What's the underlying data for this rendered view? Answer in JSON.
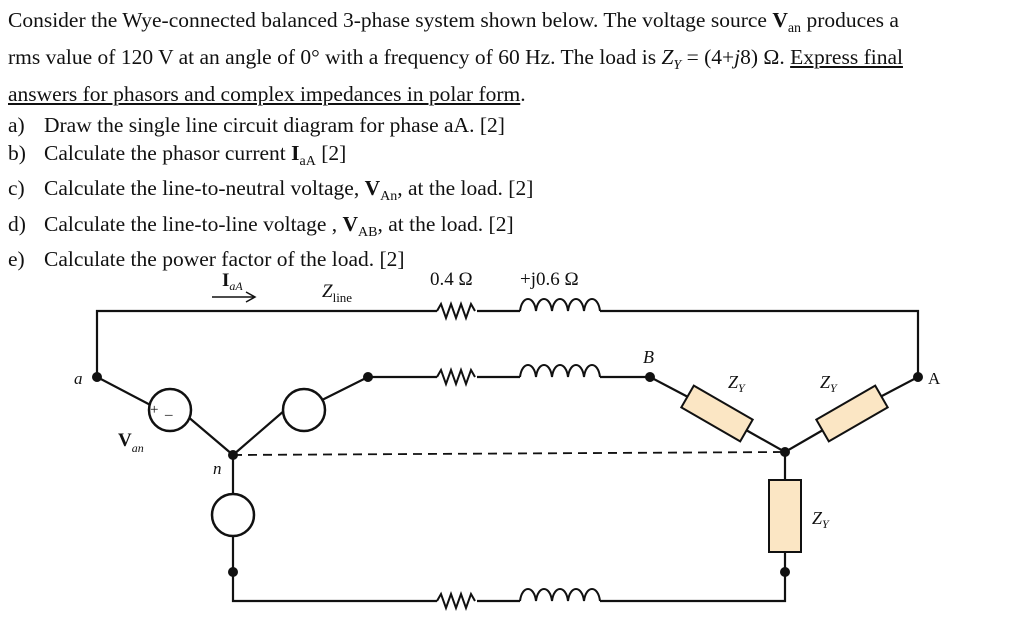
{
  "intro": {
    "l1_a": "Consider the Wye-connected balanced 3-phase system shown below. The voltage source ",
    "l1_V": "V",
    "l1_sub": "an",
    "l1_b": " produces a",
    "l2_a": "rms value of 120 V at an angle of 0° with a frequency of 60 Hz. The load is ",
    "l2_z": "Z",
    "l2_zsub": "Y",
    "l2_b": " = (4+",
    "l2_j": "j",
    "l2_c": "8) Ω. ",
    "l2_u": "Express final",
    "l3_u": "answers for phasors and complex impedances in polar form",
    "l3_end": "."
  },
  "questions": [
    {
      "label": "a)",
      "text": "Draw the single line circuit diagram for phase aA. [2]"
    },
    {
      "label": "b)",
      "pre": "Calculate the phasor current ",
      "bold": "I",
      "sub": "aA",
      "post": " [2]"
    },
    {
      "label": "c)",
      "pre": "Calculate the line-to-neutral voltage, ",
      "bold": "V",
      "sub": "An",
      "post": ", at the load. [2]"
    },
    {
      "label": "d)",
      "pre": "Calculate the line-to-line voltage , ",
      "bold": "V",
      "sub": "AB",
      "post": ", at the load. [2]"
    },
    {
      "label": "e)",
      "text": "Calculate the power factor of the load. [2]"
    }
  ],
  "diagram": {
    "current_label": "I",
    "current_sub": "aA",
    "zline_label": "Z",
    "zline_sub": "line",
    "resistance_label": "0.4 Ω",
    "reactance_label": "+j0.6 Ω",
    "node_a": "a",
    "node_n": "n",
    "node_B": "B",
    "node_A": "A",
    "source_plus": "+",
    "source_minus": "_",
    "van_label": "V",
    "van_sub": "an",
    "zy_label": "Z",
    "zy_sub": "Y",
    "load_fill": "#fbe6c4"
  }
}
